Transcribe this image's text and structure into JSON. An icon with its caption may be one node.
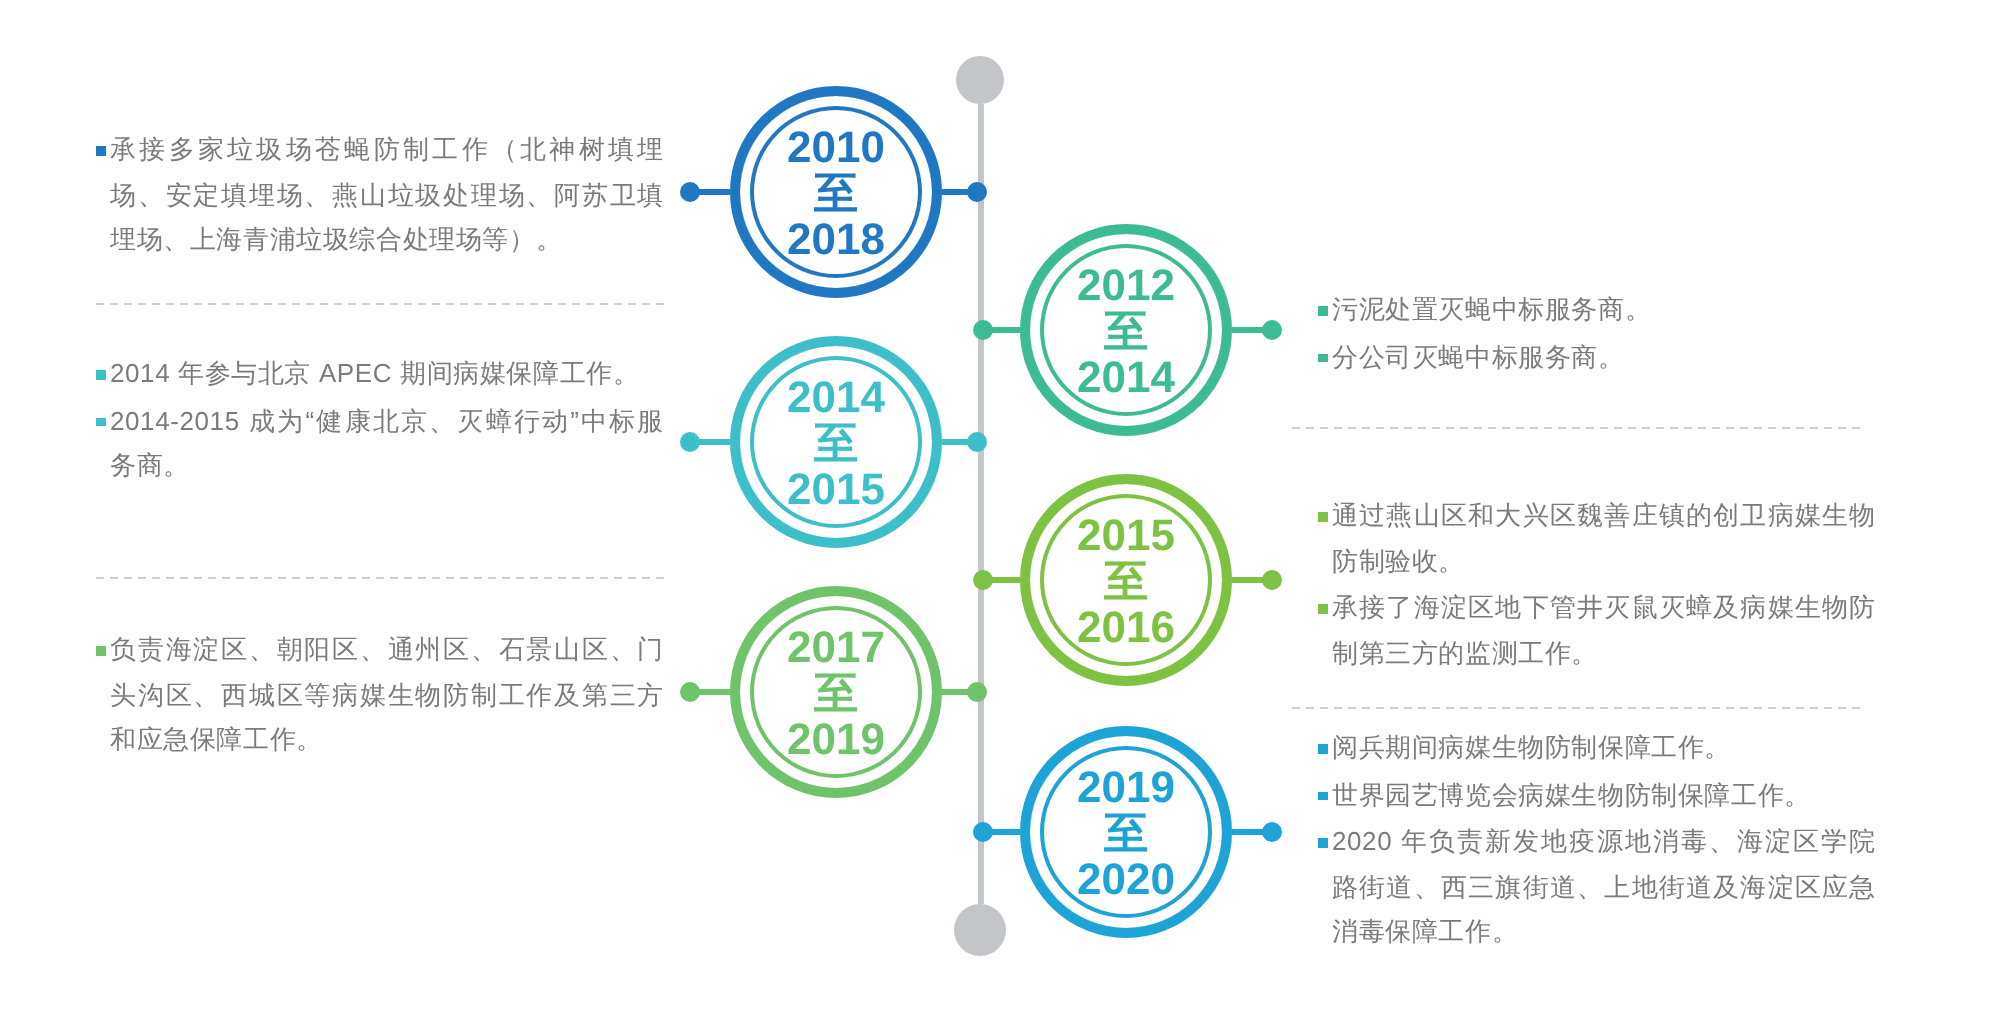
{
  "diagram": {
    "nodes": [
      {
        "text": [],
        "shape": "bar"
      },
      {
        "text": [
          "2010至2018"
        ]
      },
      {
        "text": [
          "承接多家垃圾场苍蝇防制工作（北神树填埋场、安定填埋场、燕山垃圾处理场、阿苏卫填埋场、上海青浦垃圾综合处理场等）。"
        ]
      },
      {
        "text": [
          "2012至2014"
        ]
      },
      {
        "text": [
          "污泥处置灭蝇中标服务商。",
          "分公司灭蝇中标服务商。"
        ]
      },
      {
        "text": [
          "2014至2015"
        ]
      },
      {
        "text": [
          "2014 年参与北京 APEC 期间病媒保障工作。",
          "2014-2015 成为“健康北京、灭蟑行动”中标服务商。"
        ]
      },
      {
        "text": [
          "2015至2016"
        ]
      },
      {
        "text": [
          "通过燕山区和大兴区魏善庄镇的创卫病媒生物防制验收。",
          "承接了海淀区地下管井灭鼠灭蟑及病媒生物防制第三方的监测工作。"
        ]
      },
      {
        "text": [
          "2017至2019"
        ]
      },
      {
        "text": [
          "负责海淀区、朝阳区、通州区、石景山区、门头沟区、西城区等病媒生物防制工作及第三方和应急保障工作。"
        ]
      },
      {
        "text": [
          "2019至2020"
        ]
      },
      {
        "text": [
          "阅兵期间病媒生物防制保障工作。",
          "世界园艺博览会病媒生物防制保障工作。",
          "2020 年负责新发地疫源地消毒、海淀区学院路街道、西三旗街道、上地街道及海淀区应急消毒保障工作。"
        ]
      }
    ],
    "edges": [
      {
        "from": 1,
        "to": 0,
        "arrow": "other",
        "color": "#1f78c1"
      },
      {
        "from": 1,
        "to": 2,
        "arrow": "other",
        "color": "#1f78c1"
      },
      {
        "from": 3,
        "to": 0,
        "arrow": "other",
        "color": "#3dbb95"
      },
      {
        "from": 3,
        "to": 4,
        "arrow": "other",
        "color": "#3dbb95"
      },
      {
        "from": 5,
        "to": 0,
        "arrow": "other",
        "color": "#3cbfc8"
      },
      {
        "from": 5,
        "to": 6,
        "arrow": "other",
        "color": "#3cbfc8"
      },
      {
        "from": 7,
        "to": 0,
        "arrow": "other",
        "color": "#7dc243"
      },
      {
        "from": 7,
        "to": 8,
        "arrow": "other",
        "color": "#7dc243"
      },
      {
        "from": 9,
        "to": 0,
        "arrow": "other",
        "color": "#6fc36b"
      },
      {
        "from": 9,
        "to": 10,
        "arrow": "other",
        "color": "#6fc36b"
      },
      {
        "from": 11,
        "to": 0,
        "arrow": "other",
        "color": "#1ea3d6"
      },
      {
        "from": 11,
        "to": 12,
        "arrow": "other",
        "color": "#1ea3d6"
      }
    ]
  }
}
